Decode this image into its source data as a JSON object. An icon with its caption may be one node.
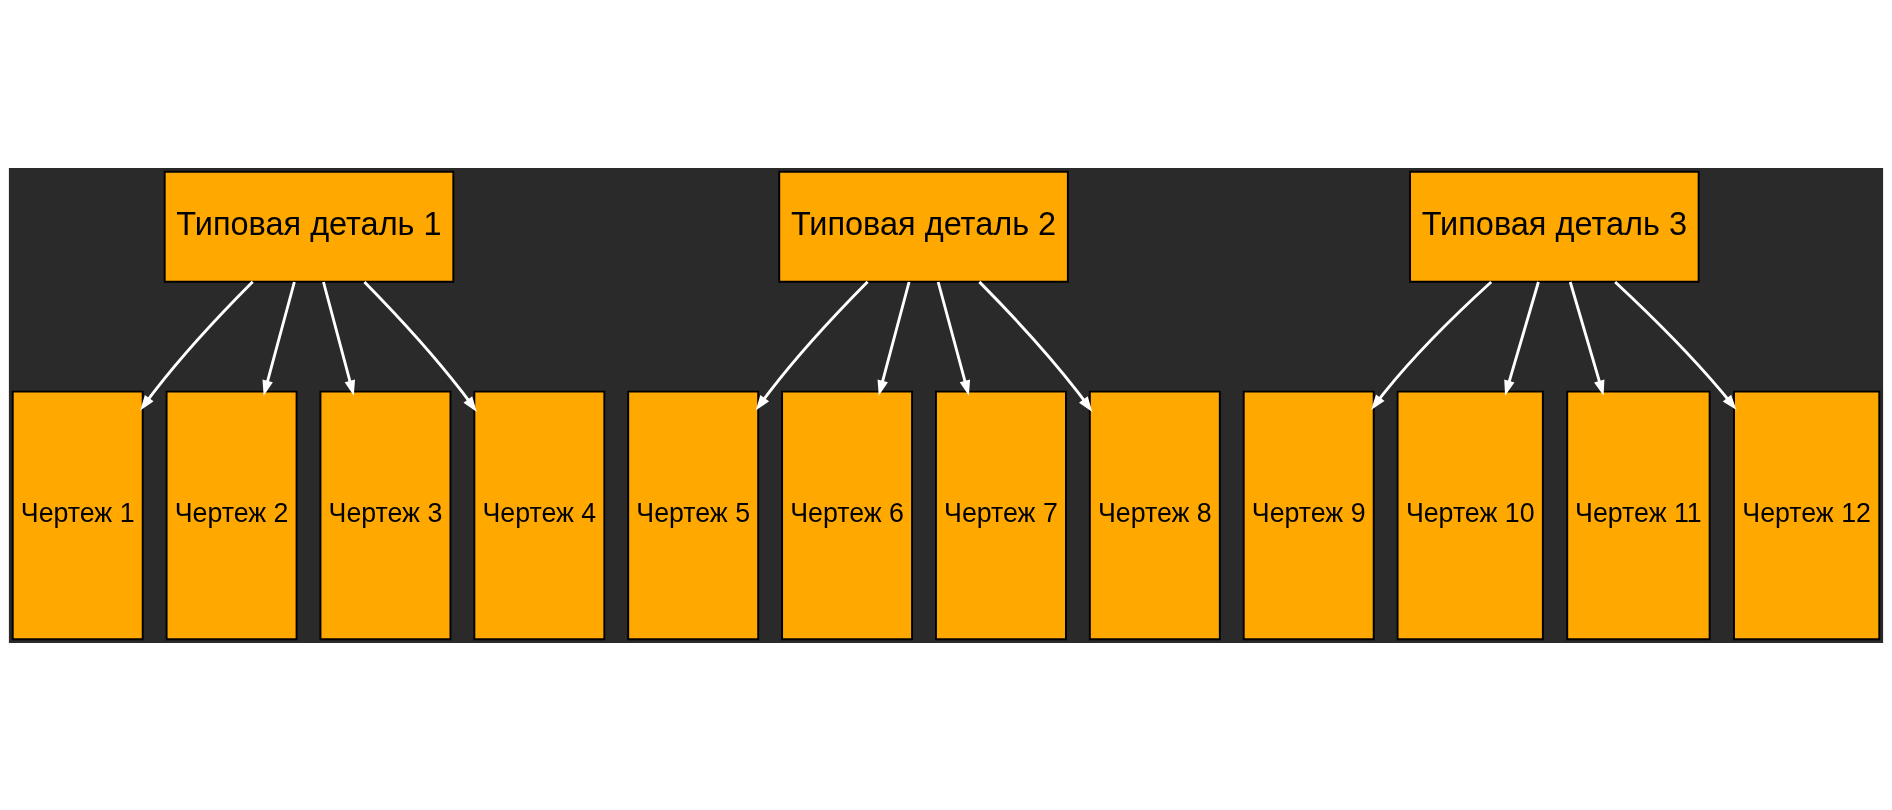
{
  "diagram": {
    "nodes": [
      {
        "text": [
          "Типовая деталь 1"
        ]
      },
      {
        "text": [
          "Типовая деталь 2"
        ]
      },
      {
        "text": [
          "Типовая деталь 3"
        ]
      },
      {
        "text": [
          "Чертеж 1"
        ]
      },
      {
        "text": [
          "Чертеж 2"
        ]
      },
      {
        "text": [
          "Чертеж 3"
        ]
      },
      {
        "text": [
          "Чертеж 4"
        ]
      },
      {
        "text": [
          "Чертеж 5"
        ]
      },
      {
        "text": [
          "Чертеж 6"
        ]
      },
      {
        "text": [
          "Чертеж 7"
        ]
      },
      {
        "text": [
          "Чертеж 8"
        ]
      },
      {
        "text": [
          "Чертеж 9"
        ]
      },
      {
        "text": [
          "Чертеж 10"
        ]
      },
      {
        "text": [
          "Чертеж 11"
        ]
      },
      {
        "text": [
          "Чертеж 12"
        ]
      }
    ],
    "edges": [
      {
        "from": 0,
        "to": 3,
        "arrow": "to"
      },
      {
        "from": 0,
        "to": 4,
        "arrow": "to"
      },
      {
        "from": 0,
        "to": 5,
        "arrow": "to"
      },
      {
        "from": 0,
        "to": 6,
        "arrow": "to"
      },
      {
        "from": 1,
        "to": 7,
        "arrow": "to"
      },
      {
        "from": 1,
        "to": 8,
        "arrow": "to"
      },
      {
        "from": 1,
        "to": 9,
        "arrow": "to"
      },
      {
        "from": 1,
        "to": 10,
        "arrow": "to"
      },
      {
        "from": 2,
        "to": 11,
        "arrow": "to"
      },
      {
        "from": 2,
        "to": 12,
        "arrow": "to"
      },
      {
        "from": 2,
        "to": 13,
        "arrow": "to"
      },
      {
        "from": 2,
        "to": 14,
        "arrow": "to"
      }
    ]
  }
}
